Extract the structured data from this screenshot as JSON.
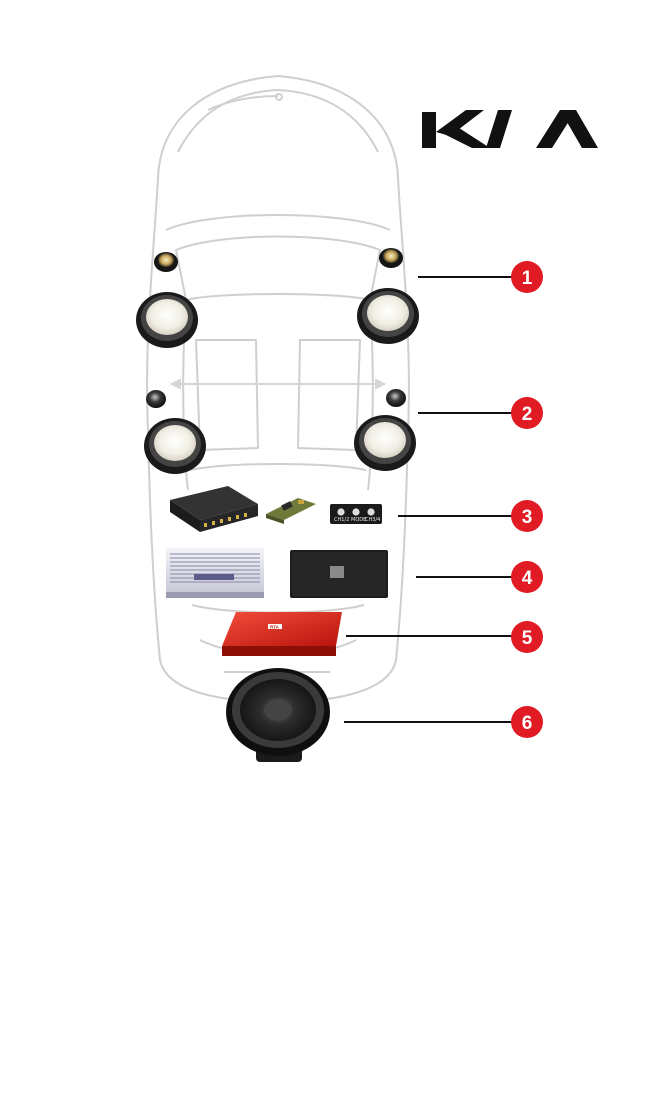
{
  "brand": {
    "name": "KIA",
    "logo_color": "#111111"
  },
  "diagram": {
    "callout_color": "#e01b24",
    "leader_color": "#111111",
    "callouts": [
      {
        "number": "1",
        "component": "front-speakers"
      },
      {
        "number": "2",
        "component": "rear-speakers"
      },
      {
        "number": "3",
        "component": "processors"
      },
      {
        "number": "4",
        "component": "amplifiers"
      },
      {
        "number": "5",
        "component": "subwoofer-amplifier"
      },
      {
        "number": "6",
        "component": "subwoofer"
      }
    ],
    "controller_labels": [
      "CH1/2",
      "MODE",
      "CH3/4"
    ],
    "amp_brand": "RTA"
  }
}
